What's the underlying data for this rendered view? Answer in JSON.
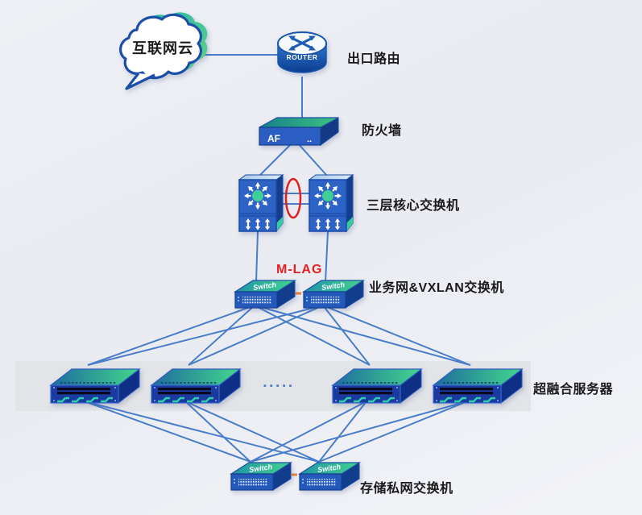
{
  "colors": {
    "link_line": "#4a7dc9",
    "orange_link": "#ef8432",
    "mlag_red": "#e3201f",
    "caption_text": "#1a1a1a",
    "band_bg": "#e3e4e8"
  },
  "cloud": {
    "label": "互联网云"
  },
  "router": {
    "device_text": "ROUTER",
    "caption": "出口路由"
  },
  "firewall": {
    "device_text": "AF",
    "device_dots": "..",
    "caption": "防火墙"
  },
  "core_layer": {
    "caption": "三层核心交换机"
  },
  "vxlan_layer": {
    "mlag_label": "M-LAG",
    "caption": "业务网&VXLAN交换机",
    "switch_text": "Switch"
  },
  "server_layer": {
    "caption": "超融合服务器",
    "ellipsis": "▪▪▪▪▪"
  },
  "storage_layer": {
    "caption": "存储私网交换机",
    "switch_text": "Switch"
  }
}
